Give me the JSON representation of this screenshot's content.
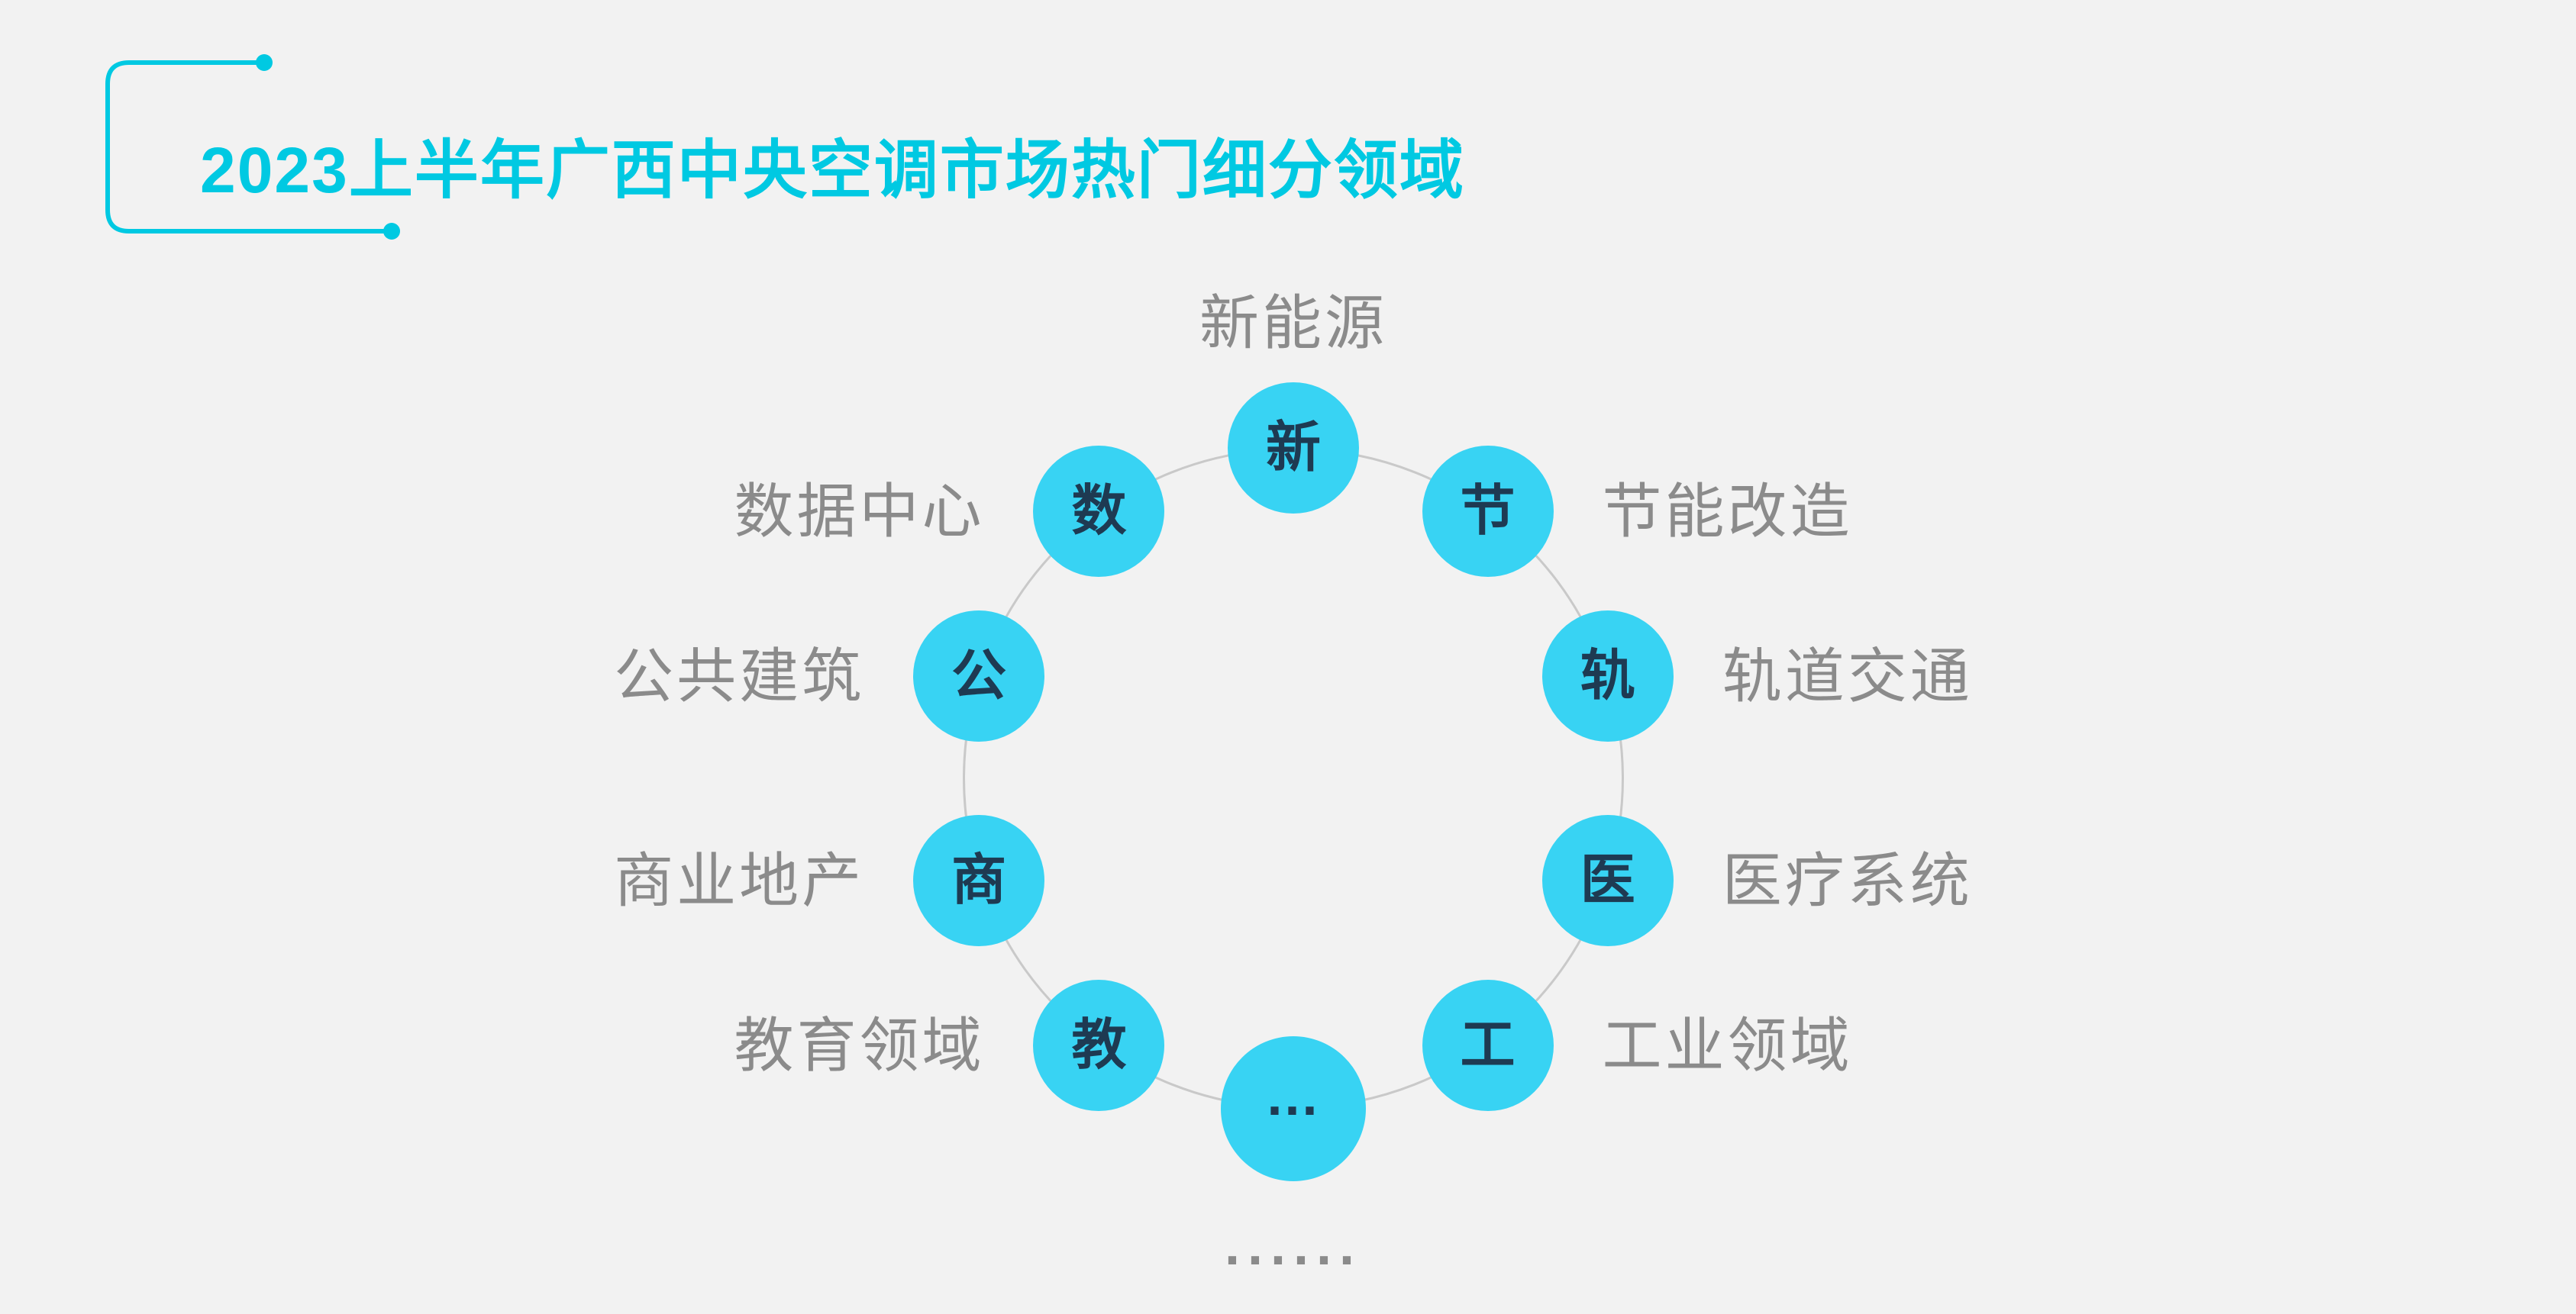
{
  "page": {
    "background_color": "#f2f2f2"
  },
  "header": {
    "title": "2023上半年广西中央空调市场热门细分领域",
    "accent_color": "#00c9e2"
  },
  "diagram": {
    "node_color": "#38d3f3",
    "node_text_color": "#1e3a52",
    "label_color": "#8b8b8b",
    "ring_color": "#c9c9c9",
    "nodes": [
      {
        "char": "新",
        "label": "新能源",
        "side": "top"
      },
      {
        "char": "节",
        "label": "节能改造",
        "side": "right"
      },
      {
        "char": "轨",
        "label": "轨道交通",
        "side": "right"
      },
      {
        "char": "医",
        "label": "医疗系统",
        "side": "right"
      },
      {
        "char": "工",
        "label": "工业领域",
        "side": "right"
      },
      {
        "char": "...",
        "label": "......",
        "side": "bottom",
        "large": true
      },
      {
        "char": "教",
        "label": "教育领域",
        "side": "left"
      },
      {
        "char": "商",
        "label": "商业地产",
        "side": "left"
      },
      {
        "char": "公",
        "label": "公共建筑",
        "side": "left"
      },
      {
        "char": "数",
        "label": "数据中心",
        "side": "left"
      }
    ]
  }
}
